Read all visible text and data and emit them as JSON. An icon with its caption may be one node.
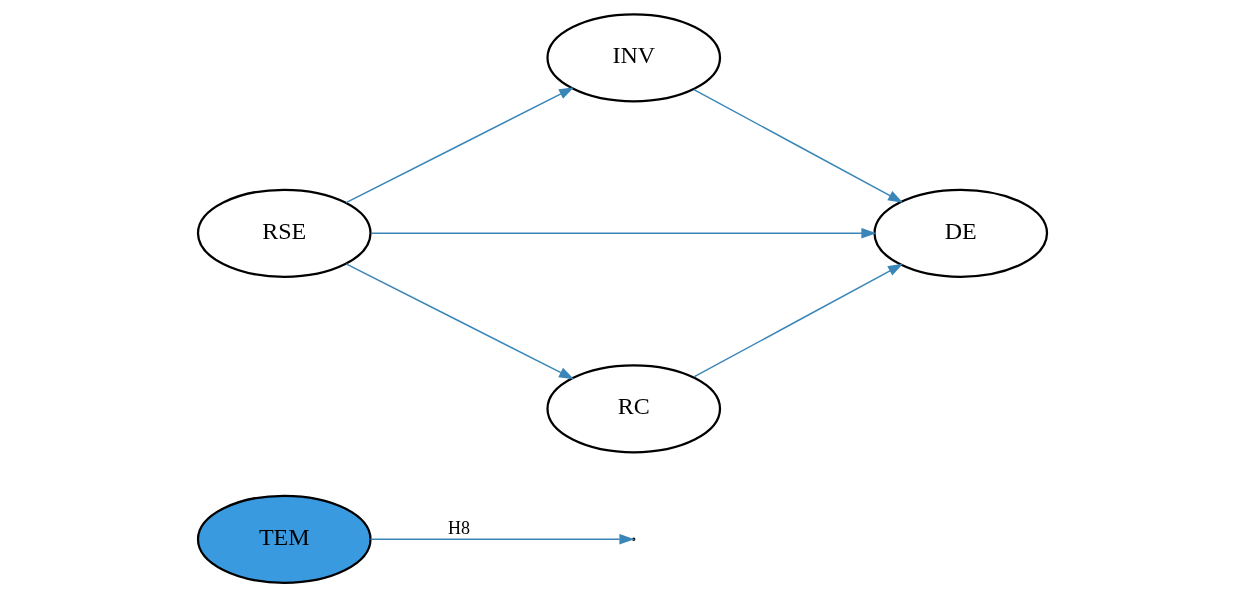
{
  "diagram": {
    "nodes": [
      {
        "text": [
          "TEM"
        ]
      },
      {
        "text": [
          "INV"
        ]
      },
      {
        "text": [
          "RSE"
        ]
      },
      {
        "text": [
          "DE"
        ]
      },
      {
        "text": [
          "RC"
        ]
      }
    ],
    "edges": [
      {
        "from": 2,
        "to": 1,
        "arrow": "to"
      },
      {
        "from": 1,
        "to": 3,
        "arrow": "to"
      },
      {
        "from": 0,
        "to": null,
        "label": "H8",
        "arrow": "to"
      },
      {
        "from": 2,
        "to": 3,
        "arrow": "to"
      },
      {
        "from": 2,
        "to": 4,
        "arrow": "to"
      },
      {
        "from": 4,
        "to": 3,
        "arrow": "to"
      }
    ]
  }
}
